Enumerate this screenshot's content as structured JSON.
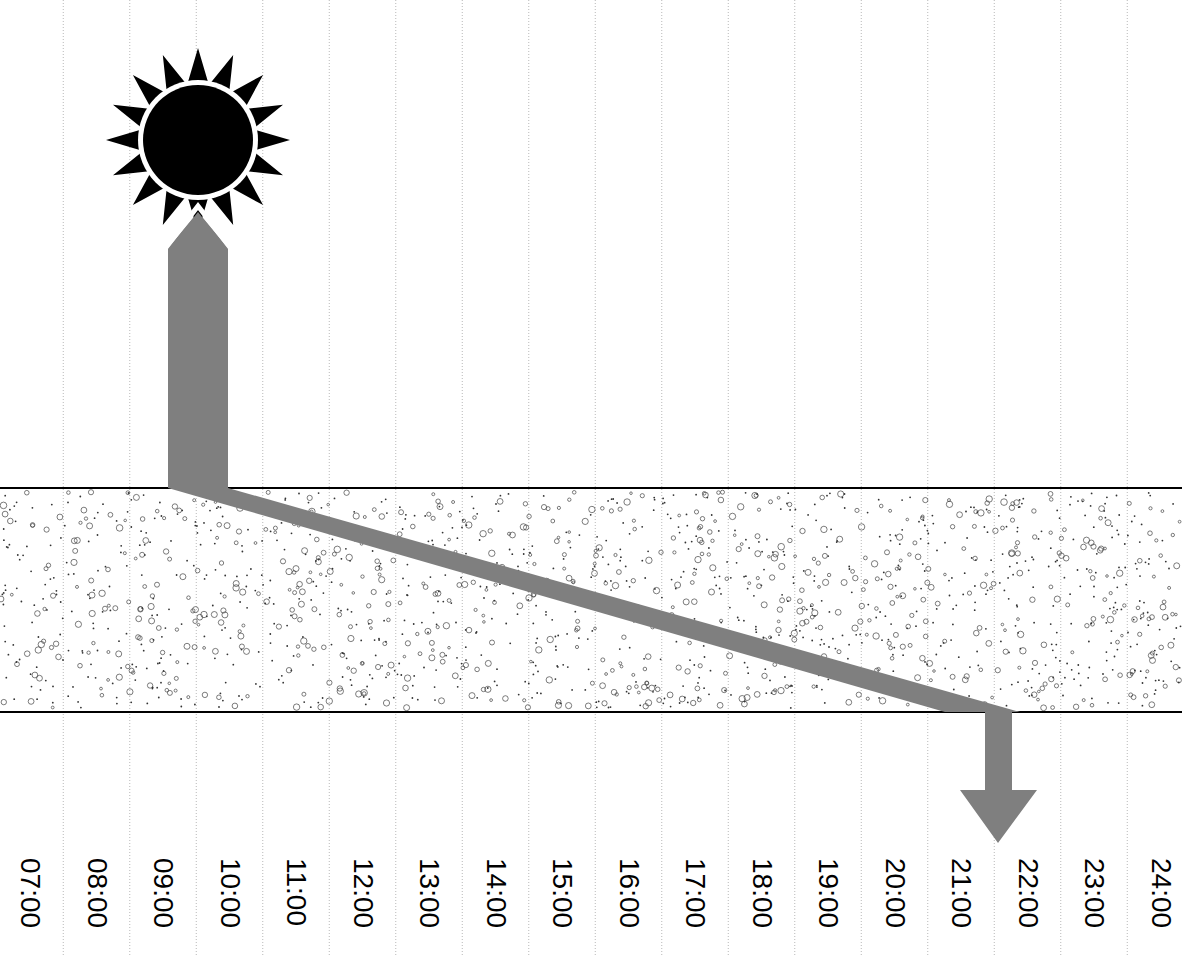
{
  "diagram": {
    "labels": [
      "07:00",
      "08:00",
      "09:00",
      "10:00",
      "11:00",
      "12:00",
      "13:00",
      "14:00",
      "15:00",
      "16:00",
      "17:00",
      "18:00",
      "19:00",
      "20:00",
      "21:00",
      "22:00",
      "23:00",
      "24:00"
    ]
  }
}
